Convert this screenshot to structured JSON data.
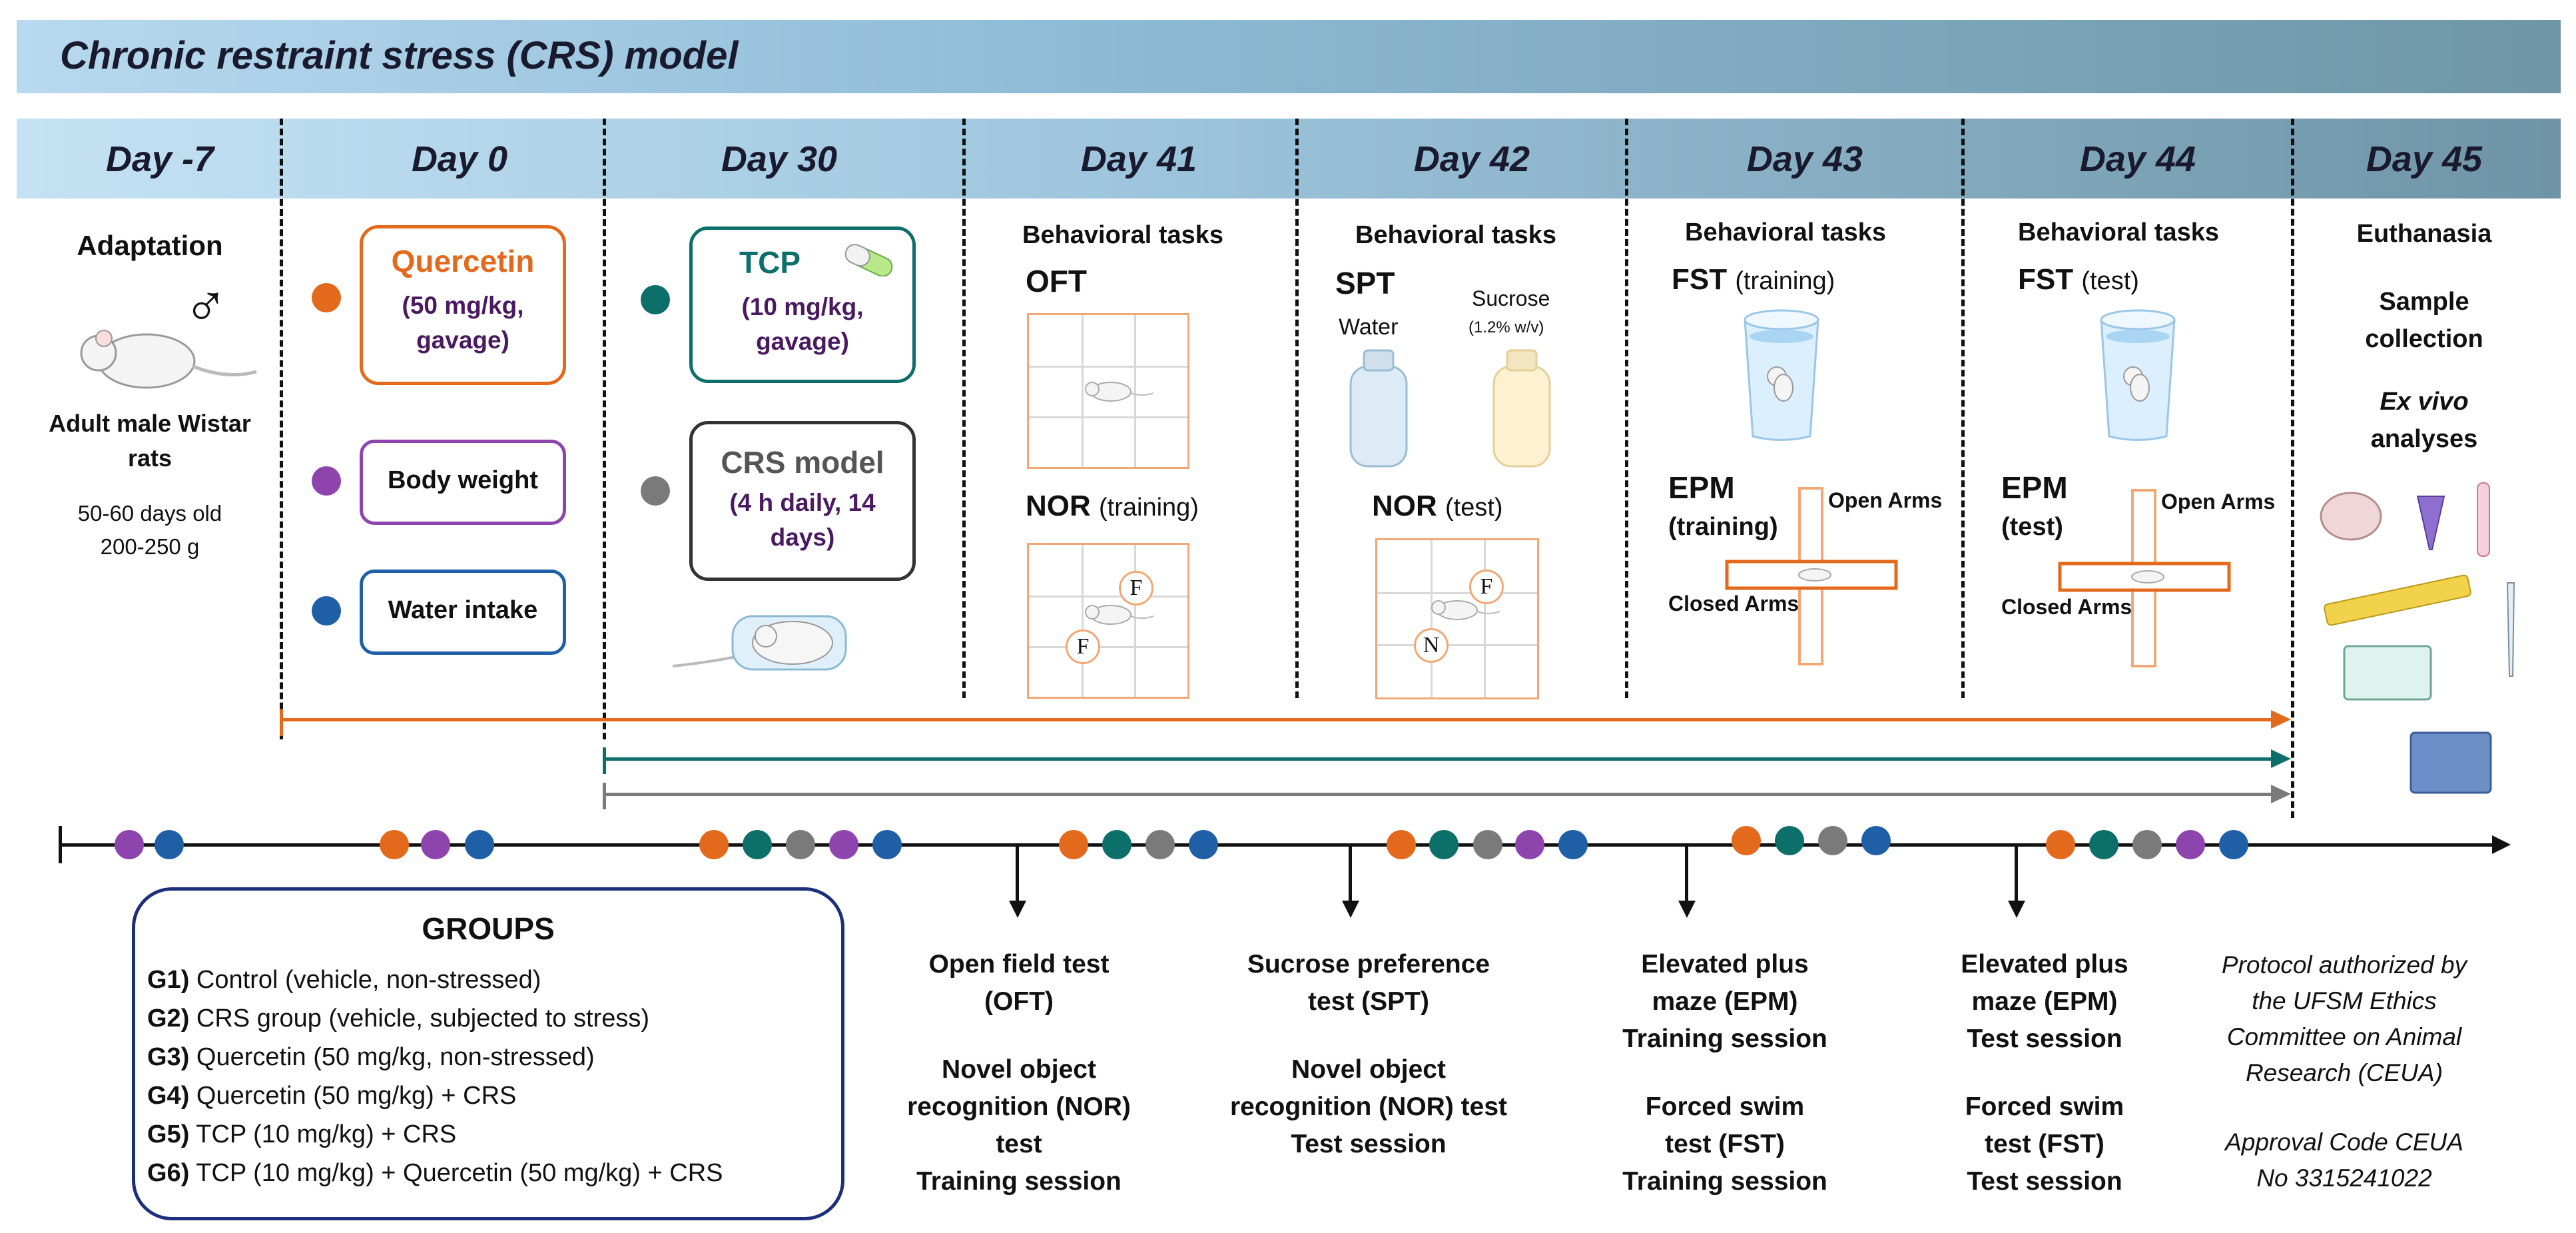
{
  "title": "Chronic restraint stress (CRS) model",
  "days": [
    "Day -7",
    "Day 0",
    "Day 30",
    "Day 41",
    "Day 42",
    "Day 43",
    "Day 44",
    "Day 45"
  ],
  "colors": {
    "quercetin": "#e36a1c",
    "body_weight": "#8e44ad",
    "water": "#1f5fa6",
    "tcp": "#0d6f6a",
    "crs": "#7a7a7a",
    "grid": "#f2a874"
  },
  "adaptation": {
    "title": "Adaptation",
    "sex": "♂",
    "desc": "Adult male Wistar rats",
    "age": "50-60 days old",
    "weight": "200-250 g"
  },
  "day0": {
    "quercetin_title": "Quercetin",
    "quercetin_dose": "(50 mg/kg, gavage)",
    "body_weight": "Body weight",
    "water_intake": "Water intake"
  },
  "day30": {
    "tcp_title": "TCP",
    "tcp_dose": "(10 mg/kg, gavage)",
    "crs_title": "CRS model",
    "crs_desc": "(4 h daily, 14 days)"
  },
  "day41": {
    "heading": "Behavioral tasks",
    "oft": "OFT",
    "nor": "NOR",
    "nor_sub": "(training)",
    "obj1": "F",
    "obj2": "F"
  },
  "day42": {
    "heading": "Behavioral tasks",
    "spt": "SPT",
    "water": "Water",
    "sucrose": "Sucrose",
    "sucrose_conc": "(1.2% w/v)",
    "nor": "NOR",
    "nor_sub": "(test)",
    "obj1": "F",
    "obj2": "N"
  },
  "day43": {
    "heading": "Behavioral tasks",
    "fst": "FST",
    "fst_sub": "(training)",
    "epm": "EPM",
    "epm_sub": "(training)",
    "open_arms": "Open Arms",
    "closed_arms": "Closed Arms"
  },
  "day44": {
    "heading": "Behavioral tasks",
    "fst": "FST",
    "fst_sub": "(test)",
    "epm": "EPM",
    "epm_sub": "(test)",
    "open_arms": "Open Arms",
    "closed_arms": "Closed Arms"
  },
  "day45": {
    "euthanasia": "Euthanasia",
    "sample": "Sample collection",
    "exvivo": "Ex vivo",
    "analyses": "analyses"
  },
  "groups": {
    "title": "GROUPS",
    "items": [
      {
        "code": "G1)",
        "text": "Control (vehicle, non-stressed)"
      },
      {
        "code": "G2)",
        "text": "CRS group (vehicle, subjected to stress)"
      },
      {
        "code": "G3)",
        "text": "Quercetin (50 mg/kg, non-stressed)"
      },
      {
        "code": "G4)",
        "text": "Quercetin (50 mg/kg) + CRS"
      },
      {
        "code": "G5)",
        "text": "TCP (10 mg/kg) + CRS"
      },
      {
        "code": "G6)",
        "text": "TCP (10 mg/kg) + Quercetin (50 mg/kg) + CRS"
      }
    ]
  },
  "bottom": {
    "d41_a": "Open field test",
    "d41_b": "(OFT)",
    "d41_c": "Novel object",
    "d41_d": "recognition (NOR) test",
    "d41_e": "Training session",
    "d42_a": "Sucrose preference",
    "d42_b": "test (SPT)",
    "d42_c": "Novel object",
    "d42_d": "recognition (NOR) test",
    "d42_e": "Test session",
    "d43_a": "Elevated plus",
    "d43_b": "maze (EPM)",
    "d43_c": "Training session",
    "d43_d": "Forced swim",
    "d43_e": "test (FST)",
    "d43_f": "Training session",
    "d44_a": "Elevated plus",
    "d44_b": "maze (EPM)",
    "d44_c": "Test session",
    "d44_d": "Forced swim",
    "d44_e": "test (FST)",
    "d44_f": "Test session",
    "protocol": [
      "Protocol authorized by",
      "the UFSM Ethics",
      "Committee on Animal",
      "Research (CEUA)",
      "",
      "Approval Code CEUA",
      "No 3315241022"
    ]
  }
}
